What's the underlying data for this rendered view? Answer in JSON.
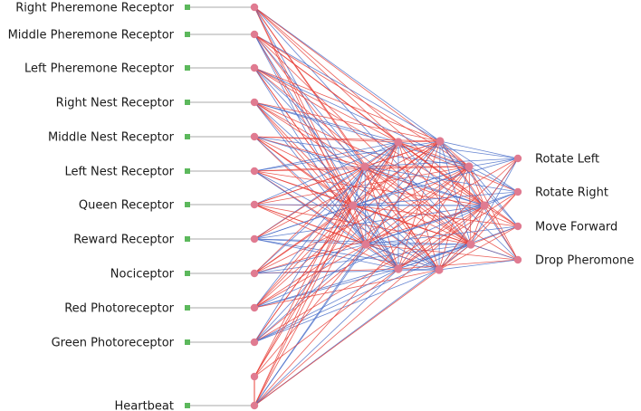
{
  "inputs": [
    "Right Pheremone Receptor",
    "Middle Pheremone Receptor",
    "Left Pheremone Receptor",
    "Right Nest Receptor",
    "Middle Nest Receptor",
    "Left Nest Receptor",
    "Queen Receptor",
    "Reward Receptor",
    "Nociceptor",
    "Red Photoreceptor",
    "Green Photoreceptor",
    "Heartbeat"
  ],
  "outputs": [
    "Rotate Left",
    "Rotate Right",
    "Move Forward",
    "Drop Pheromone"
  ],
  "colors": {
    "input_marker": "#5cb85c",
    "node": "#e07b91",
    "excitatory": "#e8413a",
    "inhibitory": "#4a6fc9",
    "input_line": "#bbbbbb"
  }
}
